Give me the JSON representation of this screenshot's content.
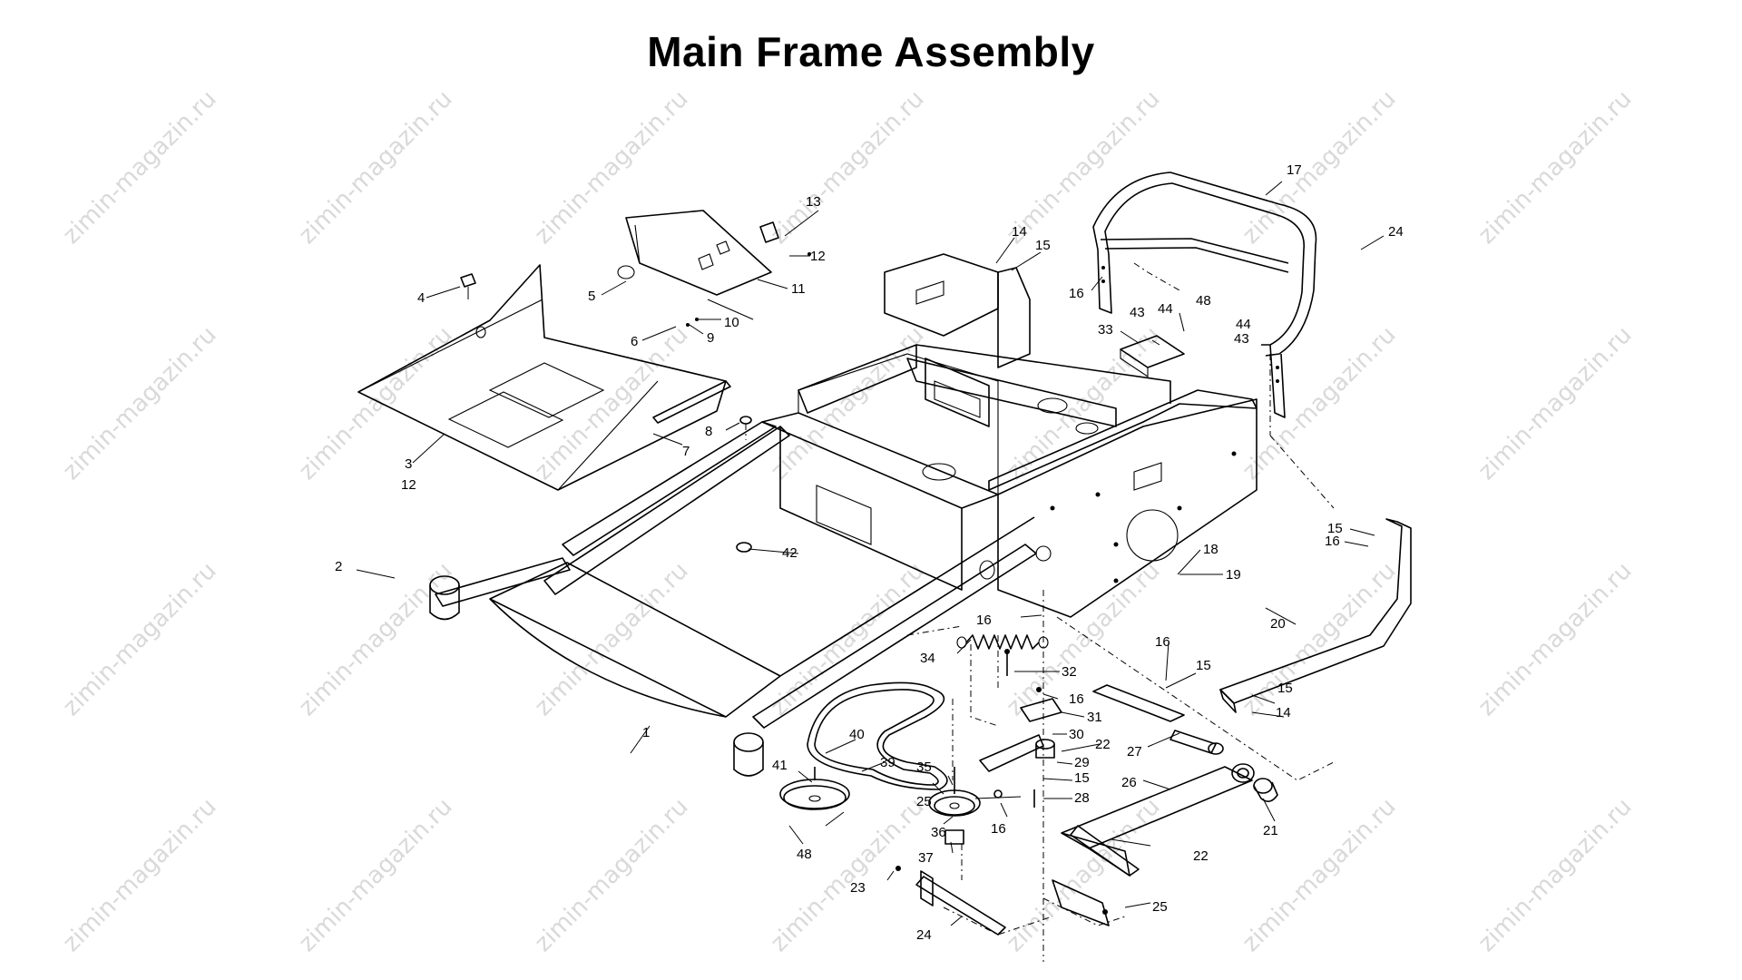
{
  "title": "Main Frame Assembly",
  "watermark": "zimin-magazin.ru",
  "callouts": [
    {
      "id": "c1",
      "text": "1"
    },
    {
      "id": "c2",
      "text": "2"
    },
    {
      "id": "c3",
      "text": "3"
    },
    {
      "id": "c4",
      "text": "4"
    },
    {
      "id": "c5",
      "text": "5"
    },
    {
      "id": "c6",
      "text": "6"
    },
    {
      "id": "c7",
      "text": "7"
    },
    {
      "id": "c8",
      "text": "8"
    },
    {
      "id": "c9",
      "text": "9"
    },
    {
      "id": "c10",
      "text": "10"
    },
    {
      "id": "c11",
      "text": "11"
    },
    {
      "id": "c12a",
      "text": "12"
    },
    {
      "id": "c12b",
      "text": "12"
    },
    {
      "id": "c13",
      "text": "13"
    },
    {
      "id": "c14a",
      "text": "14"
    },
    {
      "id": "c14b",
      "text": "14"
    },
    {
      "id": "c15a",
      "text": "15"
    },
    {
      "id": "c15b",
      "text": "15"
    },
    {
      "id": "c15c",
      "text": "15"
    },
    {
      "id": "c15d",
      "text": "15"
    },
    {
      "id": "c15e",
      "text": "15"
    },
    {
      "id": "c16a",
      "text": "16"
    },
    {
      "id": "c16b",
      "text": "16"
    },
    {
      "id": "c16c",
      "text": "16"
    },
    {
      "id": "c16d",
      "text": "16"
    },
    {
      "id": "c16e",
      "text": "16"
    },
    {
      "id": "c16f",
      "text": "16"
    },
    {
      "id": "c17",
      "text": "17"
    },
    {
      "id": "c18",
      "text": "18"
    },
    {
      "id": "c19",
      "text": "19"
    },
    {
      "id": "c20",
      "text": "20"
    },
    {
      "id": "c21",
      "text": "21"
    },
    {
      "id": "c22a",
      "text": "22"
    },
    {
      "id": "c22b",
      "text": "22"
    },
    {
      "id": "c23",
      "text": "23"
    },
    {
      "id": "c24a",
      "text": "24"
    },
    {
      "id": "c24b",
      "text": "24"
    },
    {
      "id": "c25a",
      "text": "25"
    },
    {
      "id": "c25b",
      "text": "25"
    },
    {
      "id": "c26",
      "text": "26"
    },
    {
      "id": "c27",
      "text": "27"
    },
    {
      "id": "c28",
      "text": "28"
    },
    {
      "id": "c29",
      "text": "29"
    },
    {
      "id": "c30",
      "text": "30"
    },
    {
      "id": "c31",
      "text": "31"
    },
    {
      "id": "c32",
      "text": "32"
    },
    {
      "id": "c33",
      "text": "33"
    },
    {
      "id": "c34",
      "text": "34"
    },
    {
      "id": "c35",
      "text": "35"
    },
    {
      "id": "c36",
      "text": "36"
    },
    {
      "id": "c37",
      "text": "37"
    },
    {
      "id": "c39",
      "text": "39"
    },
    {
      "id": "c40",
      "text": "40"
    },
    {
      "id": "c41",
      "text": "41"
    },
    {
      "id": "c42",
      "text": "42"
    },
    {
      "id": "c43a",
      "text": "43"
    },
    {
      "id": "c43b",
      "text": "43"
    },
    {
      "id": "c44a",
      "text": "44"
    },
    {
      "id": "c44b",
      "text": "44"
    },
    {
      "id": "c48a",
      "text": "48"
    },
    {
      "id": "c48b",
      "text": "48"
    }
  ]
}
